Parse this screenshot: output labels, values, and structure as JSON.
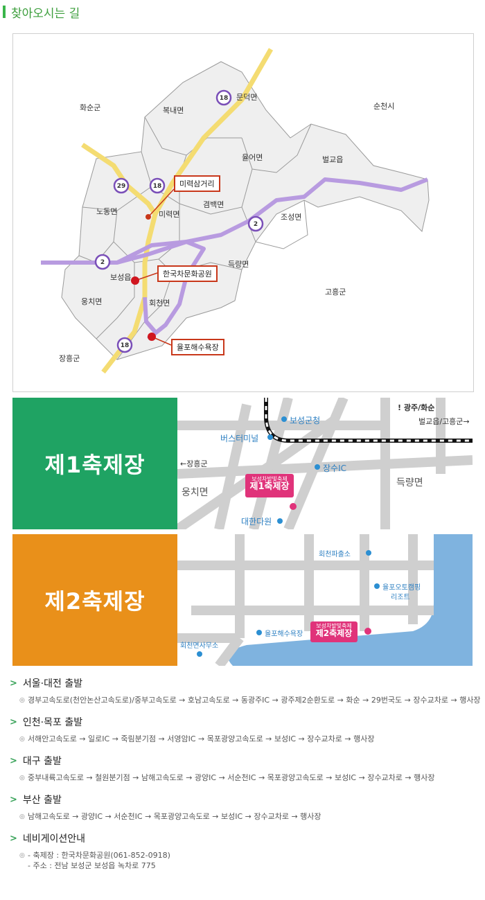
{
  "page": {
    "title": "찾아오시는 길"
  },
  "map": {
    "regions": [
      "화순군",
      "복내면",
      "문덕면",
      "순천시",
      "율어면",
      "벌교읍",
      "노동면",
      "미력면",
      "겸백면",
      "조성면",
      "보성읍",
      "득량면",
      "웅치면",
      "회천면",
      "고흥군",
      "장흥군"
    ],
    "route_numbers": [
      "18",
      "29",
      "18",
      "2",
      "2",
      "18"
    ],
    "markers": {
      "mirvk": "미력삼거리",
      "tea_park": "한국차문화공원",
      "beach": "율포해수욕장"
    }
  },
  "fest1": {
    "title": "제1축제장",
    "color": "#1fa363",
    "labels": {
      "office": "보성군청",
      "bus": "버스터미널",
      "gwangju": "! 광주/화순",
      "beolgyo": "벌교읍/고흥군→",
      "jangheung": "←장흥군",
      "jangsu": "장수IC",
      "ungchi": "웅치면",
      "deungnyang": "득량면",
      "daehan": "대한다원",
      "venue_small": "보성차밭빛축제",
      "venue_big": "제1축제장"
    }
  },
  "fest2": {
    "title": "제2축제장",
    "color": "#e9901a",
    "labels": {
      "police": "회천파출소",
      "camping1": "율포오토캠핑",
      "camping2": "리조트",
      "beach": "율포해수욕장",
      "office": "회천면사무소",
      "venue_small": "보성차밭빛축제",
      "venue_big": "제2축제장"
    }
  },
  "directions": [
    {
      "title": "서울·대전 출발",
      "text": "경부고속도로(천안논산고속도로)/중부고속도로 → 호남고속도로 → 동광주IC → 광주제2순환도로 → 화순 → 29번국도 → 장수교차로 → 행사장"
    },
    {
      "title": "인천·목포 출발",
      "text": "서해안고속도로 → 일로IC → 죽림분기점 → 서영암IC → 목포광양고속도로 → 보성IC → 장수교차로 → 행사장"
    },
    {
      "title": "대구 출발",
      "text": "중부내륙고속도로 → 철원분기점 → 남해고속도로 → 광양IC → 서순천IC → 목포광양고속도로 → 보성IC → 장수교차로 → 행사장"
    },
    {
      "title": "부산 출발",
      "text": "남해고속도로 → 광양IC → 서순천IC → 목포광양고속도로 → 보성IC → 장수교차로 → 행사장"
    }
  ],
  "navigation": {
    "title": "네비게이션안내",
    "line1": "- 축제장 : 한국차문화공원(061-852-0918)",
    "line2": "- 주소 : 전남 보성군 보성읍 녹차로 775"
  }
}
